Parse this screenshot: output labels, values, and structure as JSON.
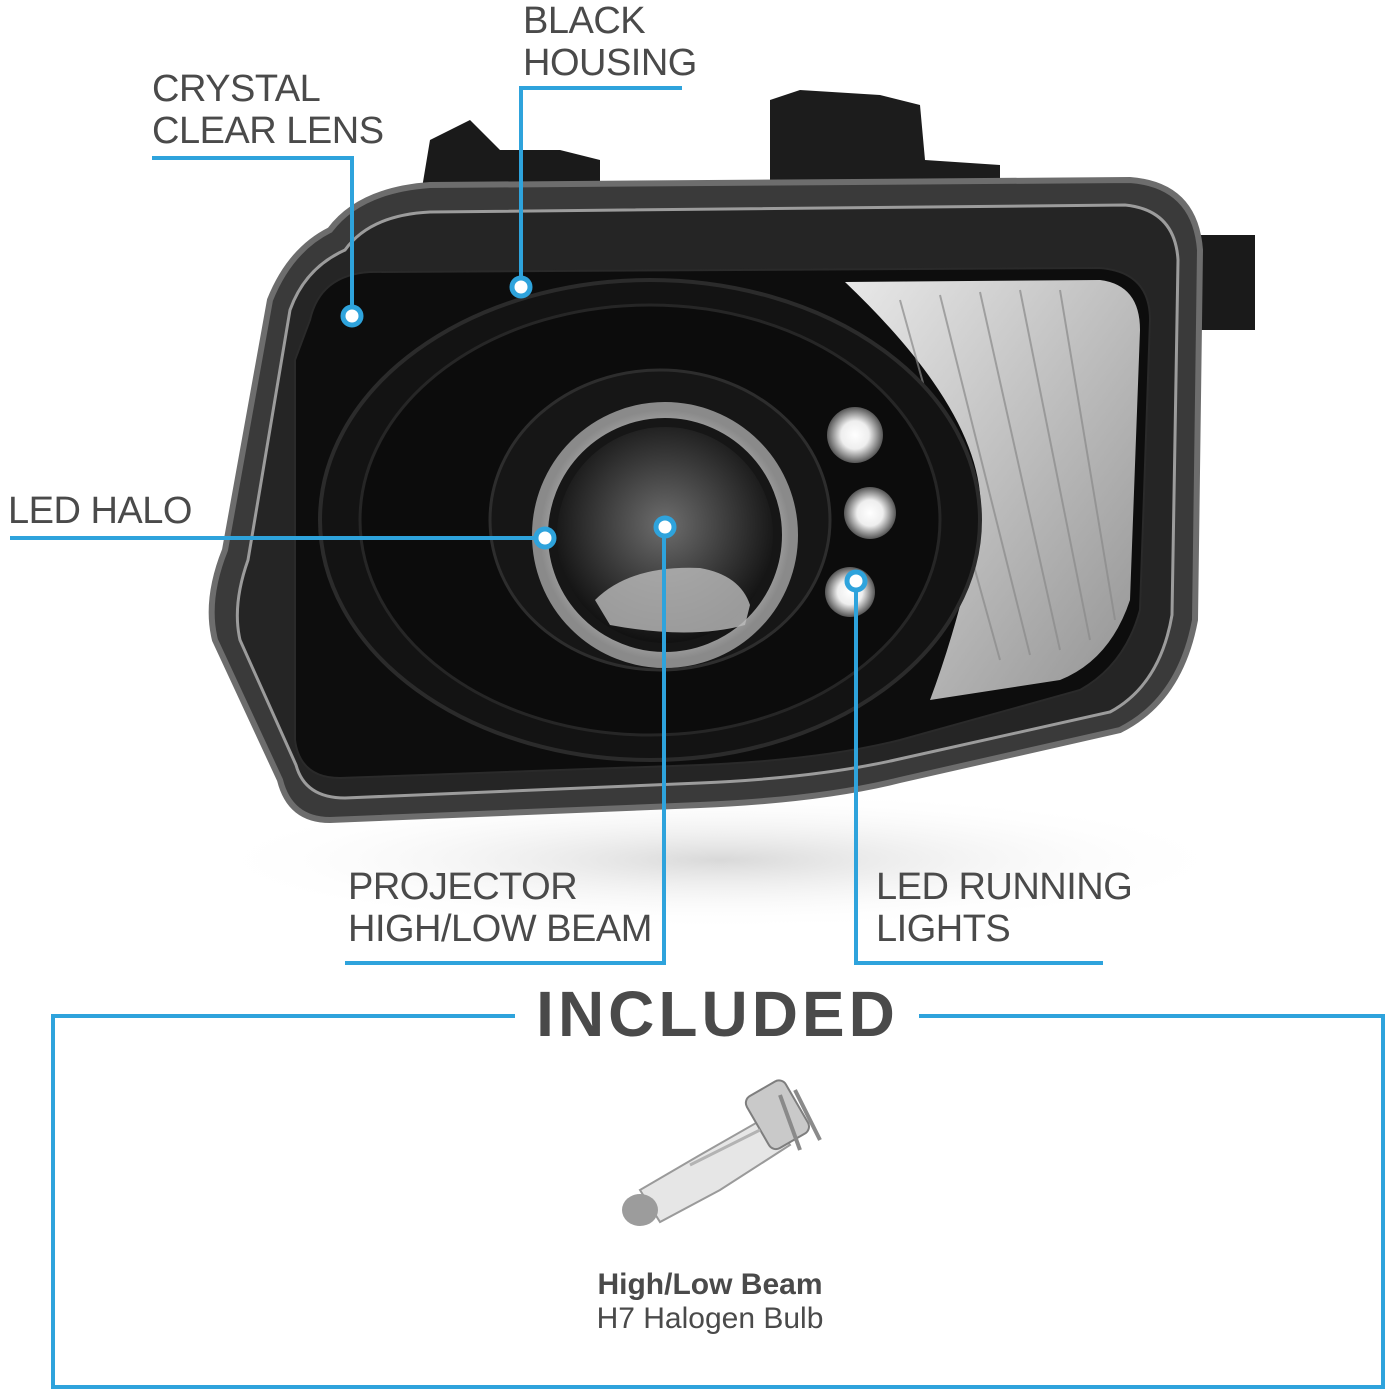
{
  "callouts": {
    "crystal_clear_lens": {
      "line1": "CRYSTAL",
      "line2": "CLEAR LENS"
    },
    "black_housing": {
      "line1": "BLACK",
      "line2": "HOUSING"
    },
    "led_halo": {
      "line1": "LED HALO"
    },
    "projector": {
      "line1": "PROJECTOR",
      "line2": "HIGH/LOW BEAM"
    },
    "led_running": {
      "line1": "LED RUNNING",
      "line2": "LIGHTS"
    }
  },
  "included": {
    "title": "INCLUDED",
    "bulb_title": "High/Low Beam",
    "bulb_subtitle": "H7 Halogen Bulb"
  },
  "colors": {
    "accent": "#2ea3dc",
    "text": "#4a4a4a",
    "housing": "#111111"
  }
}
